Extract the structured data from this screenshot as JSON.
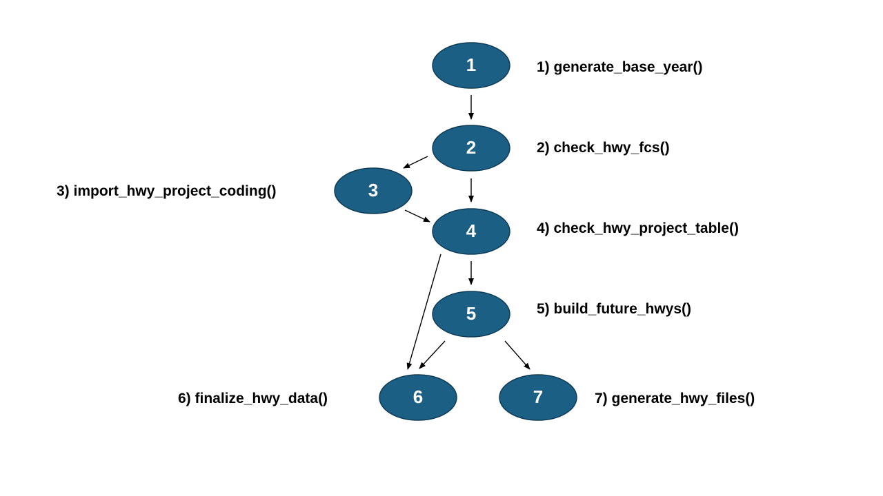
{
  "nodes": [
    {
      "id": "1",
      "number": "1",
      "label": "1) generate_base_year()"
    },
    {
      "id": "2",
      "number": "2",
      "label": "2) check_hwy_fcs()"
    },
    {
      "id": "3",
      "number": "3",
      "label": "3) import_hwy_project_coding()"
    },
    {
      "id": "4",
      "number": "4",
      "label": "4) check_hwy_project_table()"
    },
    {
      "id": "5",
      "number": "5",
      "label": "5) build_future_hwys()"
    },
    {
      "id": "6",
      "number": "6",
      "label": "6) finalize_hwy_data()"
    },
    {
      "id": "7",
      "number": "7",
      "label": "7) generate_hwy_files()"
    }
  ],
  "edges": [
    {
      "from": "1",
      "to": "2"
    },
    {
      "from": "2",
      "to": "3"
    },
    {
      "from": "2",
      "to": "4"
    },
    {
      "from": "3",
      "to": "4"
    },
    {
      "from": "4",
      "to": "5"
    },
    {
      "from": "4",
      "to": "6"
    },
    {
      "from": "5",
      "to": "6"
    },
    {
      "from": "5",
      "to": "7"
    }
  ],
  "colors": {
    "node_fill": "#1b5f84",
    "node_text": "#ffffff",
    "edge": "#000000"
  }
}
